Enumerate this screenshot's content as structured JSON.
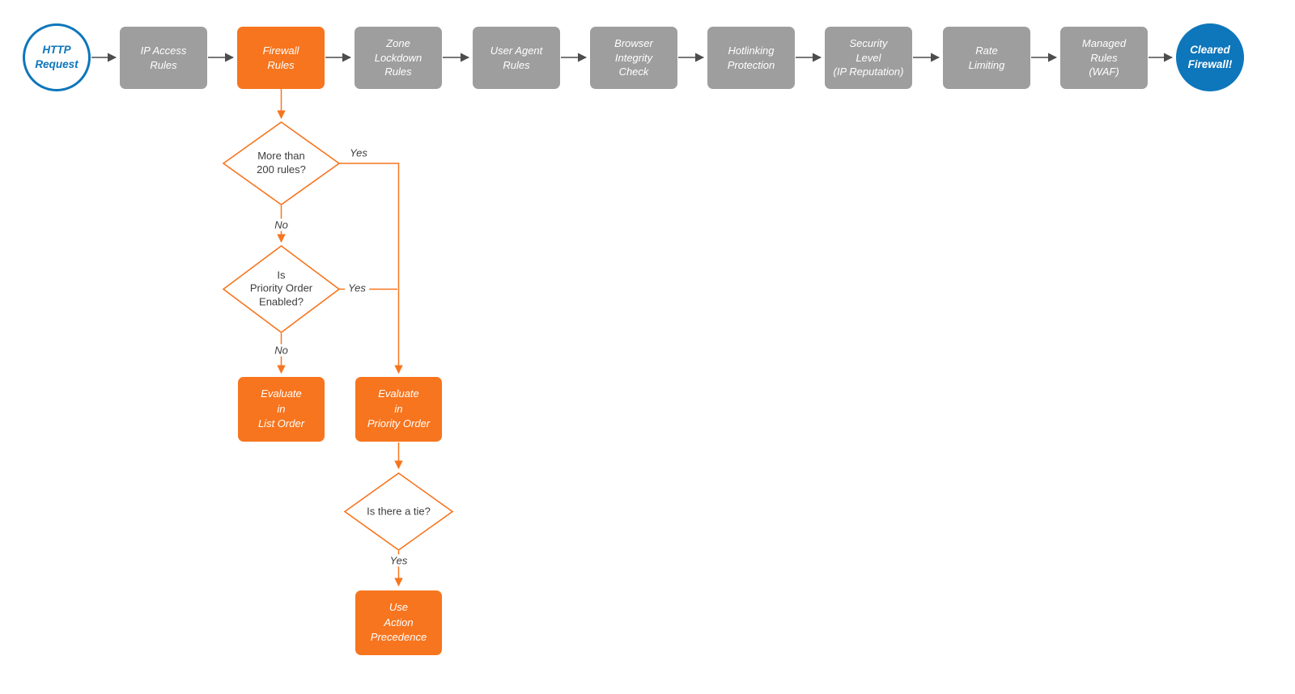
{
  "colors": {
    "orange": "#f7751e",
    "gray": "#9e9e9e",
    "blue": "#0e76bb",
    "arrow_gray": "#4d4d4d"
  },
  "pipeline": {
    "start": "HTTP\nRequest",
    "steps": [
      "IP Access\nRules",
      "Firewall\nRules",
      "Zone\nLockdown\nRules",
      "User Agent\nRules",
      "Browser\nIntegrity\nCheck",
      "Hotlinking\nProtection",
      "Security\nLevel\n(IP Reputation)",
      "Rate\nLimiting",
      "Managed\nRules\n(WAF)"
    ],
    "end": "Cleared\nFirewall!"
  },
  "tree": {
    "d1_label": "More than\n200 rules?",
    "d2_label": "Is\nPriority Order\nEnabled?",
    "d3_label": "Is there a tie?",
    "yes": "Yes",
    "no": "No",
    "evaluate_list": "Evaluate\nin\nList Order",
    "evaluate_priority": "Evaluate\nin\nPriority Order",
    "action_precedence": "Use\nAction\nPrecedence"
  }
}
